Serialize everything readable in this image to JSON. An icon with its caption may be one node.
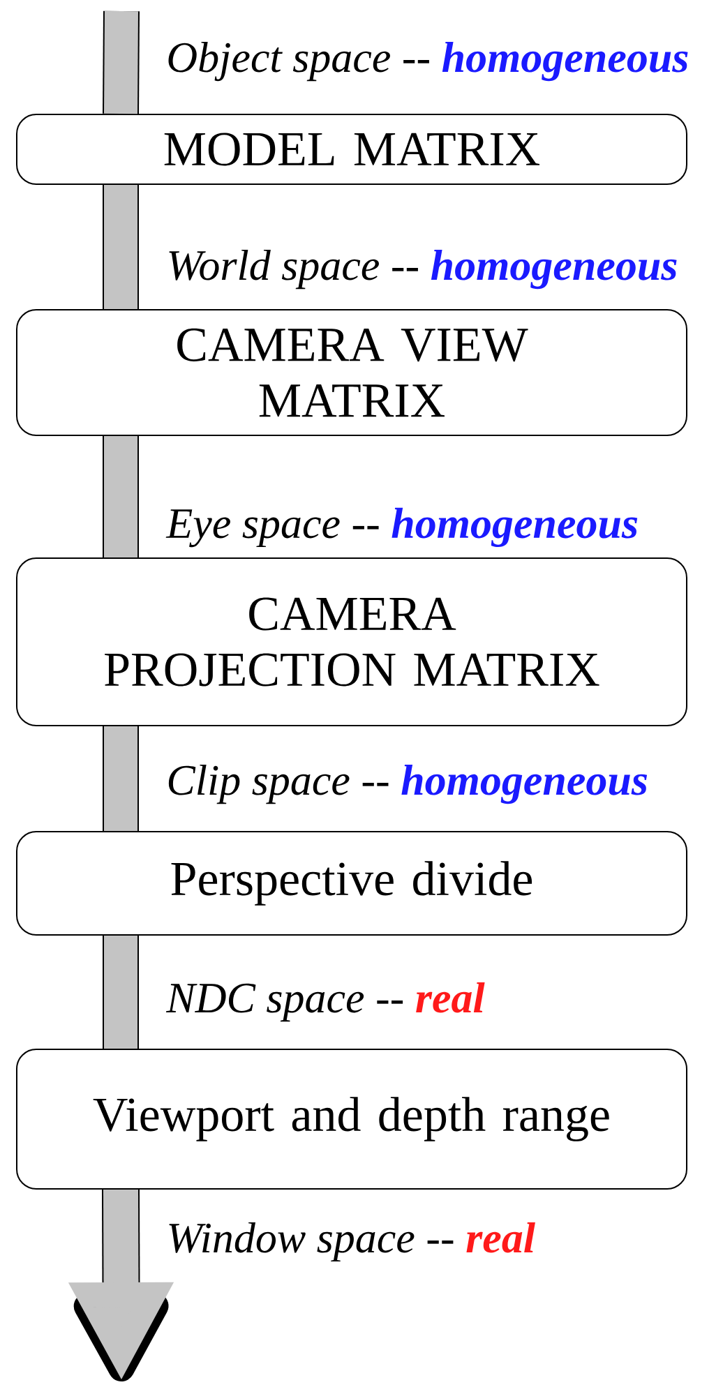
{
  "diagram": {
    "nodes": [
      {
        "text": [
          "MODEL MATRIX"
        ]
      },
      {
        "text": [
          "CAMERA VIEW MATRIX"
        ]
      },
      {
        "text": [
          "CAMERA PROJECTION MATRIX"
        ]
      },
      {
        "text": [
          "Perspective divide"
        ]
      },
      {
        "text": [
          "Viewport and depth range"
        ]
      }
    ],
    "edges": [
      {
        "from": null,
        "to": 0,
        "arrow": "none",
        "label": "Object space -- **homogeneous**"
      },
      {
        "from": 0,
        "to": 1,
        "arrow": "none",
        "label": "World space -- **homogeneous**"
      },
      {
        "from": 1,
        "to": 2,
        "arrow": "none",
        "label": "Eye space -- **homogeneous**"
      },
      {
        "from": 2,
        "to": 3,
        "arrow": "none",
        "label": "Clip space -- **homogeneous**"
      },
      {
        "from": 3,
        "to": 4,
        "arrow": "none",
        "label": "NDC space -- **real**"
      },
      {
        "from": 4,
        "to": null,
        "arrow": "to",
        "label": "Window space -- **real**"
      }
    ]
  }
}
